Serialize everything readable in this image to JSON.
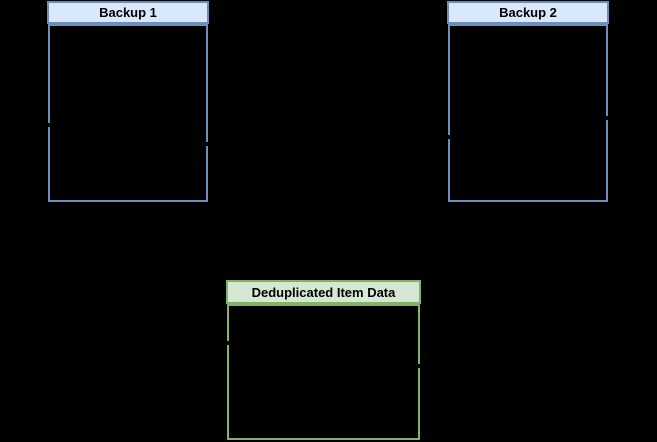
{
  "canvas": {
    "background_color": "#000000"
  },
  "boxes": [
    {
      "id": "backup1",
      "title": "Backup 1",
      "header_fill": "#dae8fc",
      "border_color": "#6c8ebf",
      "body_fill": "transparent"
    },
    {
      "id": "backup2",
      "title": "Backup 2",
      "header_fill": "#dae8fc",
      "border_color": "#6c8ebf",
      "body_fill": "transparent"
    },
    {
      "id": "dedup",
      "title": "Deduplicated Item Data",
      "header_fill": "#d5e8d4",
      "border_color": "#82b366",
      "body_fill": "transparent"
    }
  ],
  "connector_stub_color": "#000000"
}
